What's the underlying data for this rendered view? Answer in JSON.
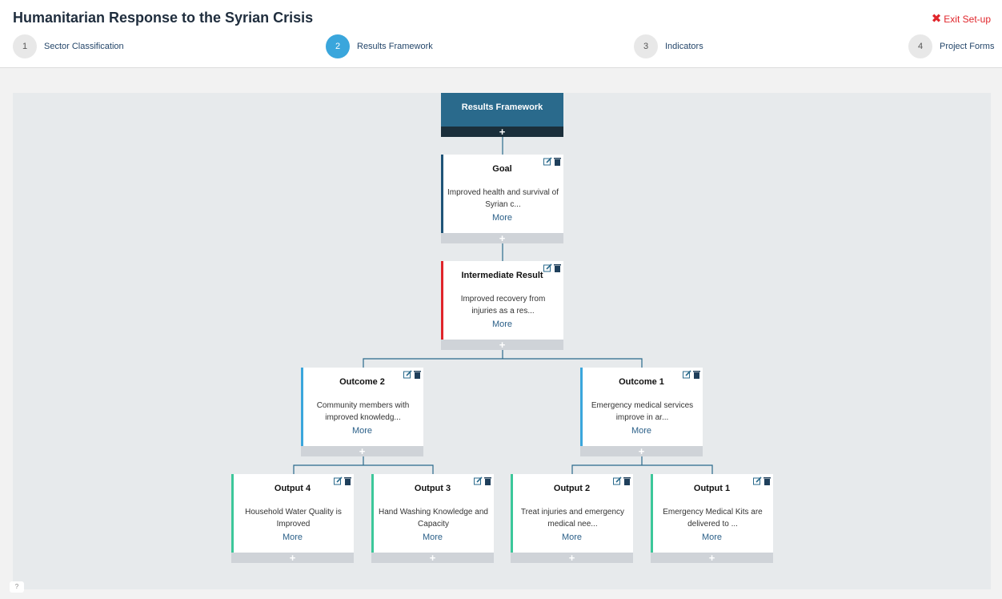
{
  "header": {
    "title": "Humanitarian Response to the Syrian Crisis",
    "exit_label": "Exit Set-up",
    "exit_icon": "x-icon"
  },
  "steps": [
    {
      "number": "1",
      "label": "Sector Classification",
      "active": false
    },
    {
      "number": "2",
      "label": "Results Framework",
      "active": true
    },
    {
      "number": "3",
      "label": "Indicators",
      "active": false
    },
    {
      "number": "4",
      "label": "Project Forms",
      "active": false
    }
  ],
  "framework": {
    "root_title": "Results Framework",
    "add_symbol": "+",
    "more_label": "More",
    "nodes": [
      {
        "id": "goal",
        "title": "Goal",
        "desc": "Improved health and survival of Syrian c...",
        "accent": "#1f5478"
      },
      {
        "id": "ir",
        "title": "Intermediate Result",
        "desc": "Improved recovery from injuries as a res...",
        "accent": "#e0252b"
      },
      {
        "id": "outcome2",
        "title": "Outcome 2",
        "desc": "Community members with improved knowledg...",
        "accent": "#3aa6dc"
      },
      {
        "id": "outcome1",
        "title": "Outcome 1",
        "desc": "Emergency medical services improve in ar...",
        "accent": "#3aa6dc"
      },
      {
        "id": "output4",
        "title": "Output 4",
        "desc": "Household Water Quality is Improved",
        "accent": "#3cc79a"
      },
      {
        "id": "output3",
        "title": "Output 3",
        "desc": "Hand Washing Knowledge and Capacity",
        "accent": "#3cc79a"
      },
      {
        "id": "output2",
        "title": "Output 2",
        "desc": "Treat injuries and emergency medical nee...",
        "accent": "#3cc79a"
      },
      {
        "id": "output1",
        "title": "Output 1",
        "desc": "Emergency Medical Kits are delivered to ...",
        "accent": "#3cc79a"
      }
    ]
  },
  "colors": {
    "accent_blue": "#3aa6dc",
    "root_bg": "#2a6a8c",
    "exit_red": "#e0252b",
    "connector": "#2a6a8c"
  },
  "icons": {
    "edit": "edit-icon",
    "delete": "trash-icon"
  }
}
